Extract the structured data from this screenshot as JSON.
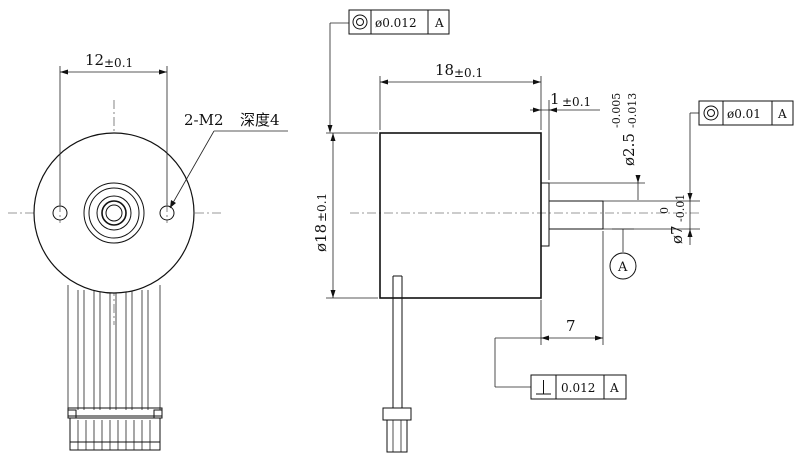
{
  "front_view": {
    "center_distance": "12",
    "center_distance_tol": "±0.1",
    "hole_callout": "2-M2",
    "hole_depth": "深度4"
  },
  "side_view": {
    "body_length": "18",
    "body_length_tol": "±0.1",
    "flange_length": "1",
    "flange_length_tol": "±0.1",
    "pilot_dia": "ø2.5",
    "pilot_dia_tol_upper": "-0.005",
    "pilot_dia_tol_lower": "-0.013",
    "body_dia": "ø18",
    "body_dia_tol": "±0.1",
    "shaft_dia": "ø7",
    "shaft_dia_tol_upper": "0",
    "shaft_dia_tol_lower": "-0.01",
    "shaft_length": "7",
    "datum": "A"
  },
  "gdt": {
    "body_concentricity": {
      "symbol": "concentricity",
      "value": "ø0.012",
      "datum": "A"
    },
    "pilot_concentricity": {
      "symbol": "concentricity",
      "value": "ø0.01",
      "datum": "A"
    },
    "face_perpendicularity": {
      "symbol": "perpendicularity",
      "value": "0.012",
      "datum": "A"
    }
  }
}
